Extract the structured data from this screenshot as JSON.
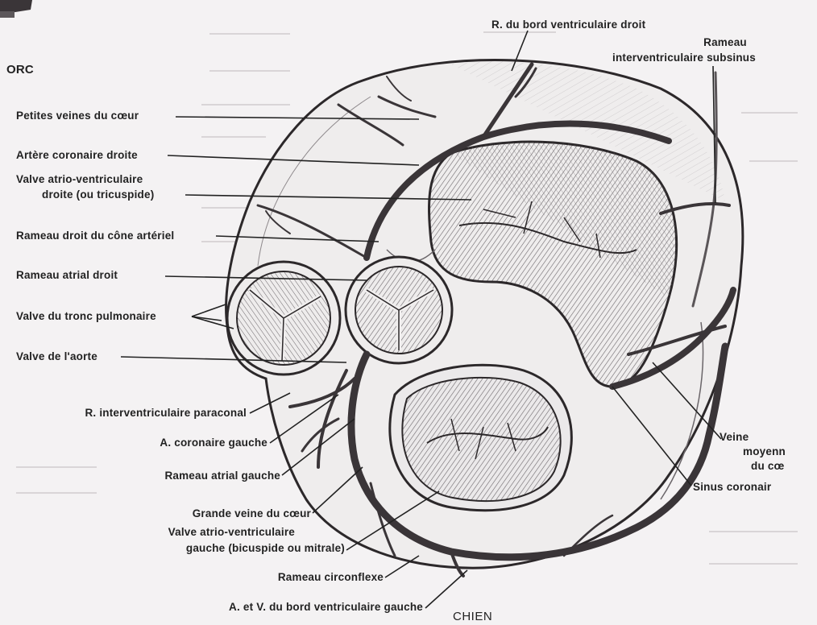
{
  "figure": {
    "caption": "CHIEN",
    "fragment_text": "ORC"
  },
  "labels": {
    "r_bord_ventriculaire_droit": "R. du bord ventriculaire droit",
    "rameau_interventriculaire_subsinus_1": "Rameau",
    "rameau_interventriculaire_subsinus_2": "interventriculaire subsinus",
    "petites_veines": "Petites veines du cœur",
    "artere_coronaire_droite": "Artère coronaire droite",
    "valve_av_droite_1": "Valve atrio-ventriculaire",
    "valve_av_droite_2": "droite (ou tricuspide)",
    "rameau_droit_cone": "Rameau droit du cône artériel",
    "rameau_atrial_droit": "Rameau atrial droit",
    "valve_tronc_pulmonaire": "Valve du tronc pulmonaire",
    "valve_aorte": "Valve de l'aorte",
    "r_interventriculaire_paraconal": "R. interventriculaire paraconal",
    "a_coronaire_gauche": "A. coronaire gauche",
    "rameau_atrial_gauche": "Rameau atrial gauche",
    "grande_veine": "Grande veine du cœur",
    "valve_av_gauche_1": "Valve atrio-ventriculaire",
    "valve_av_gauche_2": "gauche (bicuspide ou mitrale)",
    "rameau_circonflexe": "Rameau circonflexe",
    "a_v_bord_ventriculaire_gauche": "A. et V. du bord ventriculaire gauche",
    "veine_moyenne_1": "Veine",
    "veine_moyenne_2": "moyenn",
    "veine_moyenne_3": "du cœ",
    "sinus_coronaire": "Sinus coronair"
  },
  "colors": {
    "background": "#f4f2f3",
    "ink": "#222222",
    "vessel": "#3a3538",
    "shade": "#8e898c"
  }
}
